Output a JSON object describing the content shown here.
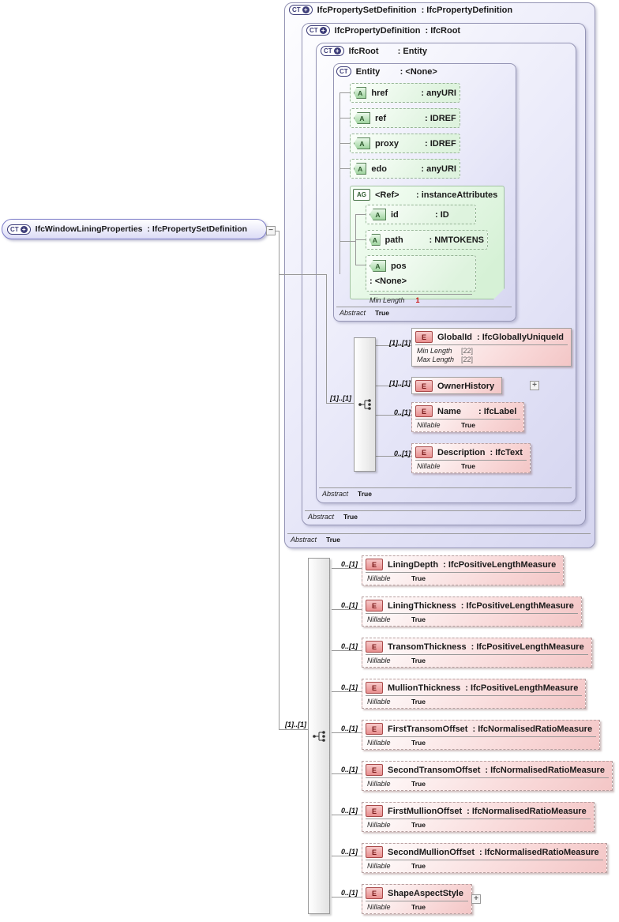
{
  "icons": {
    "ct": "CT",
    "ct_plus": "+",
    "ag": "AG",
    "attribute": "A",
    "element": "E"
  },
  "root_box": {
    "name": "IfcWindowLiningProperties",
    "type": ": IfcPropertySetDefinition",
    "collapse": "−"
  },
  "containers": {
    "pset": {
      "name": "IfcPropertySetDefinition",
      "type": ": IfcPropertyDefinition",
      "abstract": {
        "label": "Abstract",
        "value": "True"
      }
    },
    "pdef": {
      "name": "IfcPropertyDefinition",
      "type": ": IfcRoot",
      "abstract": {
        "label": "Abstract",
        "value": "True"
      }
    },
    "ifcroot": {
      "name": "IfcRoot",
      "type": ": Entity",
      "abstract": {
        "label": "Abstract",
        "value": "True"
      }
    },
    "entity": {
      "name": "Entity",
      "type": ": <None>",
      "abstract": {
        "label": "Abstract",
        "value": "True"
      }
    }
  },
  "entity_attributes": [
    {
      "name": "href",
      "type": ": anyURI"
    },
    {
      "name": "ref",
      "type": ": IDREF"
    },
    {
      "name": "proxy",
      "type": ": IDREF"
    },
    {
      "name": "edo",
      "type": ": anyURI"
    }
  ],
  "ref_group": {
    "name": "<Ref>",
    "type": ": instanceAttributes",
    "attributes": [
      {
        "name": "id",
        "type": ": ID"
      },
      {
        "name": "path",
        "type": ": NMTOKENS"
      },
      {
        "name": "pos",
        "type": ": <None>",
        "facet": {
          "label": "Min Length",
          "value": "1"
        }
      }
    ]
  },
  "root_sequence": {
    "cardinality": "[1]..[1]",
    "elements": [
      {
        "cardinality": "[1]..[1]",
        "name": "GlobalId",
        "type": ": IfcGloballyUniqueId",
        "facets": [
          {
            "label": "Min Length",
            "value": "[22]"
          },
          {
            "label": "Max Length",
            "value": "[22]"
          }
        ]
      },
      {
        "cardinality": "[1]..[1]",
        "name": "OwnerHistory",
        "type": "",
        "expand": "+"
      },
      {
        "cardinality": "0..[1]",
        "name": "Name",
        "type": ": IfcLabel",
        "facet": {
          "label": "Nillable",
          "value": "True"
        }
      },
      {
        "cardinality": "0..[1]",
        "name": "Description",
        "type": ": IfcText",
        "facet": {
          "label": "Nillable",
          "value": "True"
        }
      }
    ]
  },
  "main_sequence": {
    "cardinality": "[1]..[1]",
    "elements": [
      {
        "cardinality": "0..[1]",
        "name": "LiningDepth",
        "type": ": IfcPositiveLengthMeasure",
        "facet": {
          "label": "Nillable",
          "value": "True"
        }
      },
      {
        "cardinality": "0..[1]",
        "name": "LiningThickness",
        "type": ": IfcPositiveLengthMeasure",
        "facet": {
          "label": "Nillable",
          "value": "True"
        }
      },
      {
        "cardinality": "0..[1]",
        "name": "TransomThickness",
        "type": ": IfcPositiveLengthMeasure",
        "facet": {
          "label": "Nillable",
          "value": "True"
        }
      },
      {
        "cardinality": "0..[1]",
        "name": "MullionThickness",
        "type": ": IfcPositiveLengthMeasure",
        "facet": {
          "label": "Nillable",
          "value": "True"
        }
      },
      {
        "cardinality": "0..[1]",
        "name": "FirstTransomOffset",
        "type": ": IfcNormalisedRatioMeasure",
        "facet": {
          "label": "Nillable",
          "value": "True"
        }
      },
      {
        "cardinality": "0..[1]",
        "name": "SecondTransomOffset",
        "type": ": IfcNormalisedRatioMeasure",
        "facet": {
          "label": "Nillable",
          "value": "True"
        }
      },
      {
        "cardinality": "0..[1]",
        "name": "FirstMullionOffset",
        "type": ": IfcNormalisedRatioMeasure",
        "facet": {
          "label": "Nillable",
          "value": "True"
        }
      },
      {
        "cardinality": "0..[1]",
        "name": "SecondMullionOffset",
        "type": ": IfcNormalisedRatioMeasure",
        "facet": {
          "label": "Nillable",
          "value": "True"
        }
      },
      {
        "cardinality": "0..[1]",
        "name": "ShapeAspectStyle",
        "type": "",
        "facet": {
          "label": "Nillable",
          "value": "True"
        },
        "expand": "+"
      }
    ]
  }
}
